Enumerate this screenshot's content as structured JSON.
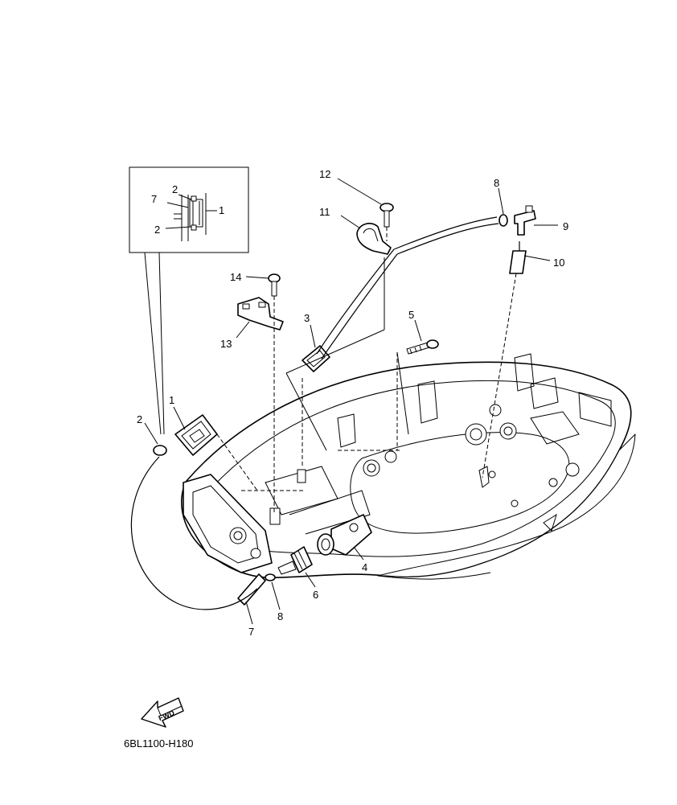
{
  "diagram_code": "6BL1100-H180",
  "fwd_label": "FWD",
  "callouts": {
    "c1": "1",
    "c2": "2",
    "c3": "3",
    "c4": "4",
    "c5": "5",
    "c6": "6",
    "c7": "7",
    "c8a": "8",
    "c8b": "8",
    "c9": "9",
    "c10": "10",
    "c11": "11",
    "c12": "12",
    "c13": "13",
    "c14": "14"
  },
  "inset_callouts": {
    "i1": "1",
    "i2a": "2",
    "i2b": "2",
    "i7": "7"
  }
}
